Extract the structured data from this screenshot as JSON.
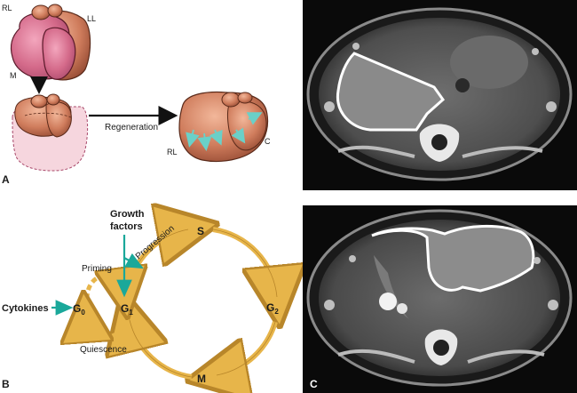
{
  "panel_a": {
    "label": "A",
    "lobe_labels": {
      "rl": "RL",
      "ll": "LL",
      "m": "M",
      "rl2": "RL",
      "c": "C"
    },
    "arrow_label": "Regeneration"
  },
  "panel_b": {
    "label": "B",
    "growth_factors_line1": "Growth",
    "growth_factors_line2": "factors",
    "cytokines": "Cytokines",
    "g0_main": "G",
    "g0_sub": "0",
    "g1_main": "G",
    "g1_sub": "1",
    "g2_main": "G",
    "g2_sub": "2",
    "s": "S",
    "m": "M",
    "priming": "Priming",
    "quiescence": "Quiescence",
    "progression": "Progression"
  },
  "panel_c": {
    "label": "C"
  },
  "colors": {
    "liver_pink": "#d46a8a",
    "liver_brown": "#c8735a",
    "ghost_pink": "#f6d6de",
    "arrow_gold": "#e7b54a",
    "teal": "#1aa89a"
  }
}
